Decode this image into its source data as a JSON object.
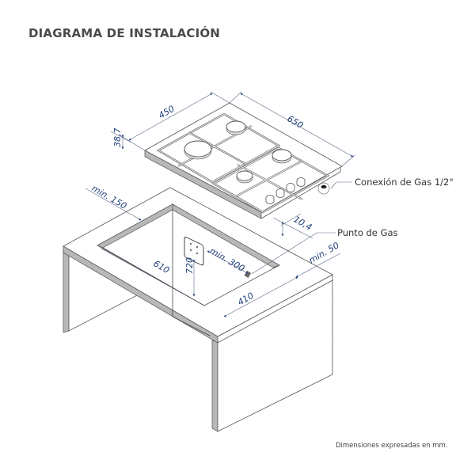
{
  "header": {
    "title": "DIAGRAMA DE INSTALACIÓN"
  },
  "cooktop": {
    "dimensions": {
      "depth": "450",
      "width": "650",
      "height": "38,7",
      "offset": "10,4"
    },
    "burners": 4,
    "knobs": 4
  },
  "cabinet": {
    "dimensions": {
      "min_back": "min. 150",
      "cutout_length": "610",
      "cutout_depth": "410",
      "outlet_height": "720",
      "outlet_distance": "min. 300",
      "min_side": "min. 50"
    }
  },
  "labels": {
    "gas_connection": "Conexión de Gas 1/2\"",
    "gas_point": "Punto de Gas"
  },
  "footer": {
    "note": "Dimensiones expresadas en mm."
  },
  "colors": {
    "dimension_text": "#1f3f7a",
    "title_text": "#4a4a4a",
    "wall_gray": "#b8b8b8"
  }
}
